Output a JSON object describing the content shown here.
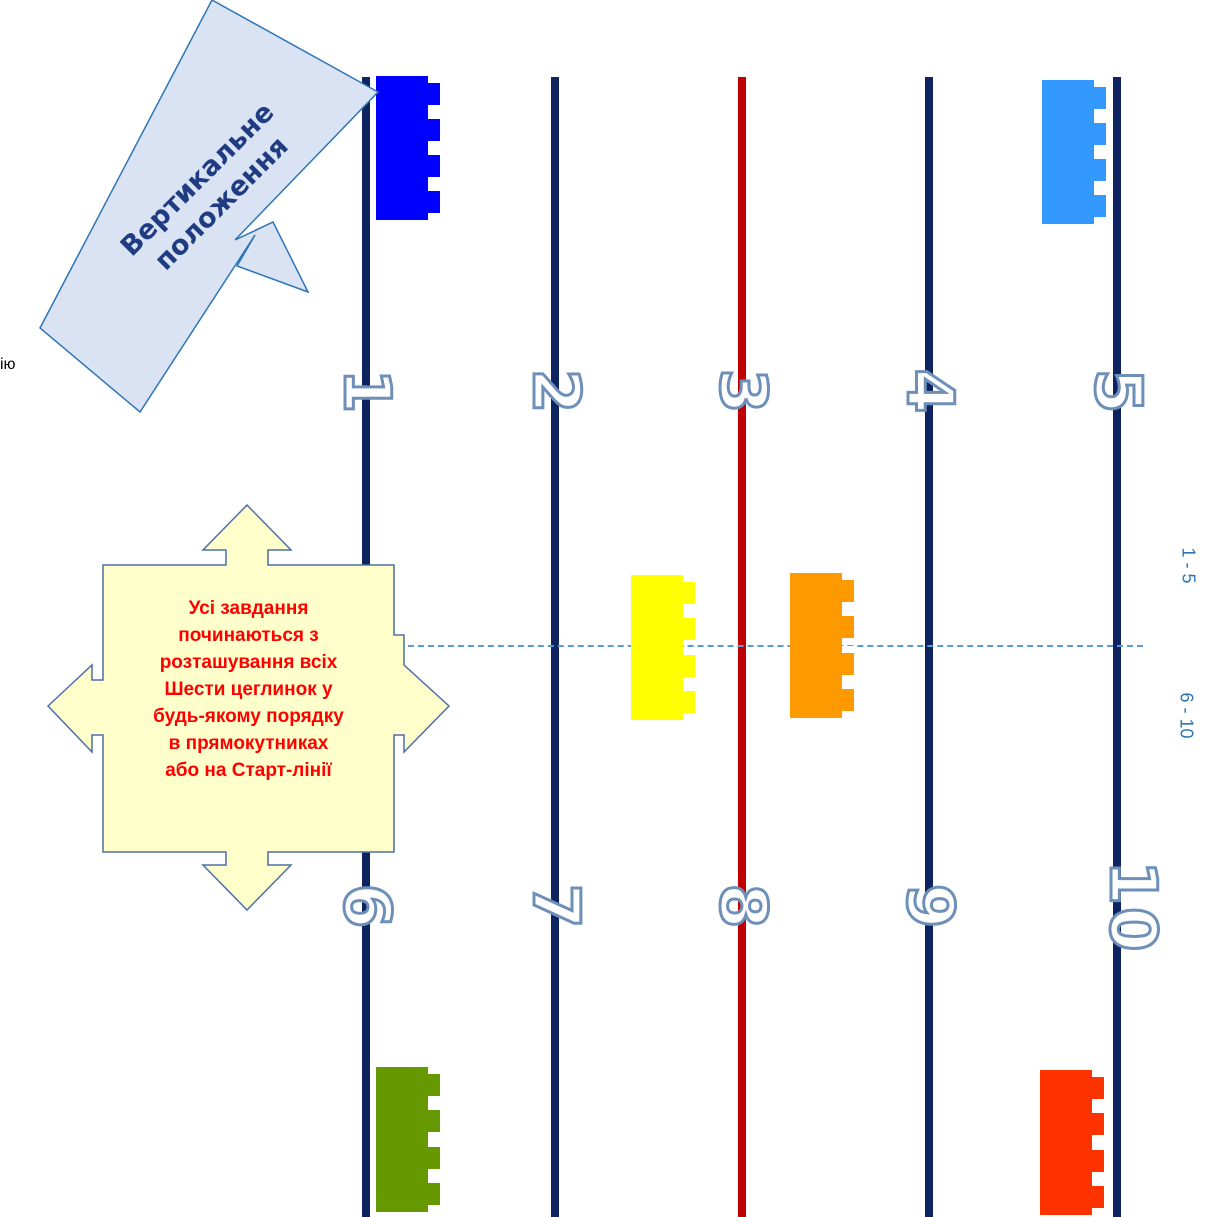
{
  "diagram": {
    "vertical_callout": {
      "line1": "Вертикальне",
      "line2": "положення"
    },
    "left_fragment": "ію",
    "instruction": {
      "lines": [
        "Усі завдання",
        "починаються з",
        "розташування всіх",
        "Шести цеглинок у",
        "будь-якому порядку",
        "в прямокутниках",
        "або на Старт-лінії"
      ]
    },
    "numbers_top": [
      "1",
      "2",
      "3",
      "4",
      "5"
    ],
    "numbers_bottom": [
      "6",
      "7",
      "8",
      "9",
      "10"
    ],
    "range_labels": {
      "top": "1 - 5",
      "bottom": "6 - 10"
    },
    "colors": {
      "line": "#0d2460",
      "center_line": "#c00000",
      "brick_blue": "#0000ff",
      "brick_light_blue": "#3399ff",
      "brick_yellow": "#ffff00",
      "brick_orange": "#ff9900",
      "brick_green": "#669900",
      "brick_red": "#ff3300",
      "callout_fill": "#dae3f3",
      "instruction_fill": "#ffffcc"
    }
  }
}
